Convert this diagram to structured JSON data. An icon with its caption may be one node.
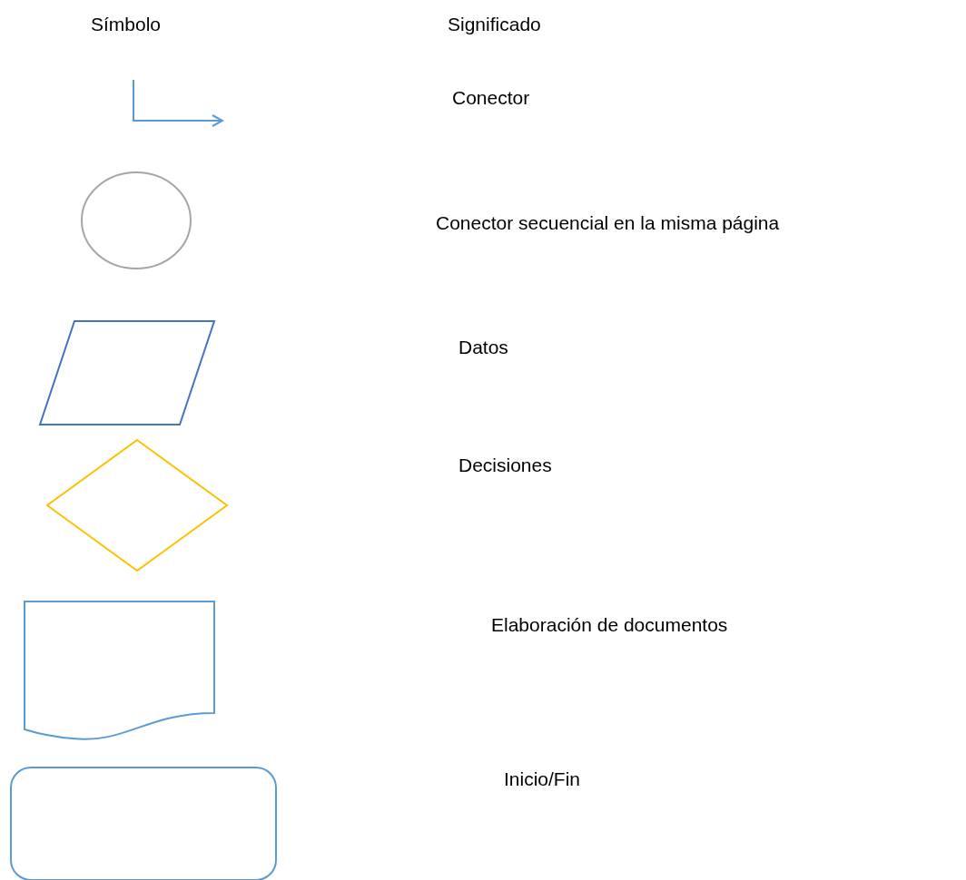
{
  "diagram": {
    "labels": [
      "Símbolo",
      "Significado",
      "Conector",
      "Conector secuencial en la misma página",
      "Datos",
      "Decisiones",
      "Elaboración de documentos",
      "Inicio/Fin"
    ]
  }
}
